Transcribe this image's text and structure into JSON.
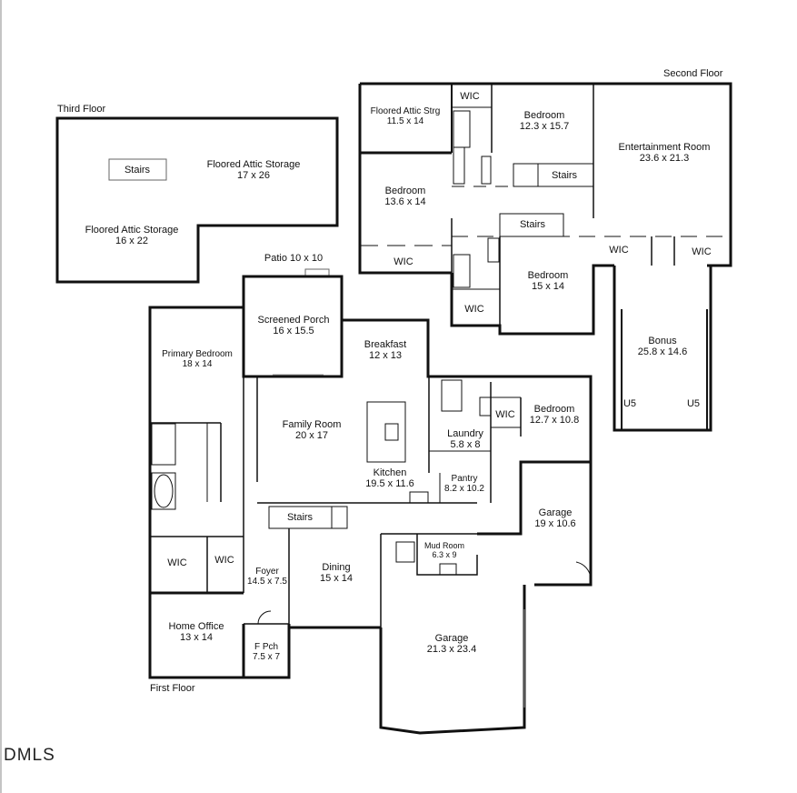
{
  "floors": {
    "third": "Third Floor",
    "second": "Second Floor",
    "first": "First Floor"
  },
  "rooms": {
    "floored_attic_storage_large": {
      "name": "Floored Attic Storage",
      "dims": "17 x 26"
    },
    "floored_attic_storage_small": {
      "name": "Floored Attic Storage",
      "dims": "16 x 22"
    },
    "stairs_third": {
      "name": "Stairs"
    },
    "floored_attic_strg": {
      "name": "Floored Attic Strg",
      "dims": "11.5 x 14"
    },
    "wic_second_top": {
      "name": "WIC"
    },
    "bedroom_second_a": {
      "name": "Bedroom",
      "dims": "12.3 x 15.7"
    },
    "entertainment_room": {
      "name": "Entertainment Room",
      "dims": "23.6 x 21.3"
    },
    "stairs_second_a": {
      "name": "Stairs"
    },
    "bedroom_second_b": {
      "name": "Bedroom",
      "dims": "13.6 x 14"
    },
    "stairs_second_b": {
      "name": "Stairs"
    },
    "wic_second_left": {
      "name": "WIC"
    },
    "wic_second_mid": {
      "name": "WIC"
    },
    "wic_second_right": {
      "name": "WIC"
    },
    "bedroom_second_c": {
      "name": "Bedroom",
      "dims": "15 x 14"
    },
    "wic_second_bottom": {
      "name": "WIC"
    },
    "bonus": {
      "name": "Bonus",
      "dims": "25.8 x 14.6"
    },
    "u5_left": {
      "name": "U5"
    },
    "u5_right": {
      "name": "U5"
    },
    "patio": {
      "name": "Patio 10 x 10"
    },
    "screened_porch": {
      "name": "Screened Porch",
      "dims": "16 x 15.5"
    },
    "breakfast": {
      "name": "Breakfast",
      "dims": "12 x 13"
    },
    "primary_bedroom": {
      "name": "Primary Bedroom",
      "dims": "18 x 14"
    },
    "family_room": {
      "name": "Family Room",
      "dims": "20 x 17"
    },
    "bedroom_first": {
      "name": "Bedroom",
      "dims": "12.7 x 10.8"
    },
    "wic_first_bedroom": {
      "name": "WIC"
    },
    "laundry": {
      "name": "Laundry",
      "dims": "5.8 x 8"
    },
    "kitchen": {
      "name": "Kitchen",
      "dims": "19.5 x 11.6"
    },
    "pantry": {
      "name": "Pantry",
      "dims": "8.2 x 10.2"
    },
    "garage_small": {
      "name": "Garage",
      "dims": "19 x 10.6"
    },
    "stairs_first": {
      "name": "Stairs"
    },
    "mud_room": {
      "name": "Mud Room",
      "dims": "6.3 x 9"
    },
    "wic_primary_a": {
      "name": "WIC"
    },
    "wic_primary_b": {
      "name": "WIC"
    },
    "foyer": {
      "name": "Foyer",
      "dims": "14.5 x 7.5"
    },
    "dining": {
      "name": "Dining",
      "dims": "15 x 14"
    },
    "home_office": {
      "name": "Home Office",
      "dims": "13 x 14"
    },
    "front_porch": {
      "name": "F Pch",
      "dims": "7.5 x 7"
    },
    "garage_large": {
      "name": "Garage",
      "dims": "21.3 x 23.4"
    }
  },
  "brand": "DMLS"
}
